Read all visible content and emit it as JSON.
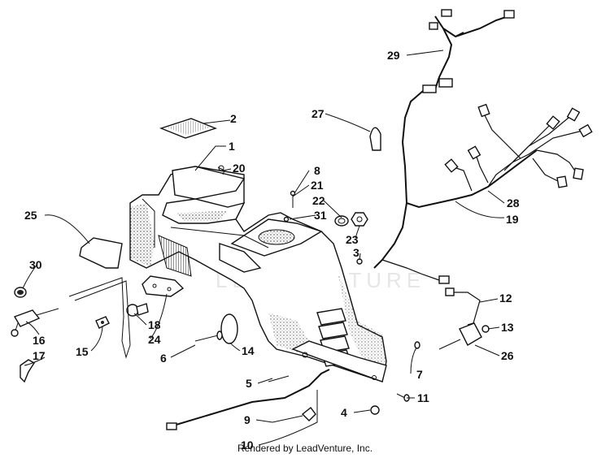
{
  "diagram": {
    "callouts": [
      {
        "id": "c1",
        "label": "1"
      },
      {
        "id": "c2",
        "label": "2"
      },
      {
        "id": "c3",
        "label": "3"
      },
      {
        "id": "c4",
        "label": "4"
      },
      {
        "id": "c5",
        "label": "5"
      },
      {
        "id": "c6",
        "label": "6"
      },
      {
        "id": "c7",
        "label": "7"
      },
      {
        "id": "c8",
        "label": "8"
      },
      {
        "id": "c9",
        "label": "9"
      },
      {
        "id": "c10",
        "label": "10"
      },
      {
        "id": "c11",
        "label": "11"
      },
      {
        "id": "c12",
        "label": "12"
      },
      {
        "id": "c13",
        "label": "13"
      },
      {
        "id": "c14",
        "label": "14"
      },
      {
        "id": "c15",
        "label": "15"
      },
      {
        "id": "c16",
        "label": "16"
      },
      {
        "id": "c17",
        "label": "17"
      },
      {
        "id": "c18",
        "label": "18"
      },
      {
        "id": "c19",
        "label": "19"
      },
      {
        "id": "c20",
        "label": "20"
      },
      {
        "id": "c21",
        "label": "21"
      },
      {
        "id": "c22",
        "label": "22"
      },
      {
        "id": "c23",
        "label": "23"
      },
      {
        "id": "c24",
        "label": "24"
      },
      {
        "id": "c25",
        "label": "25"
      },
      {
        "id": "c26",
        "label": "26"
      },
      {
        "id": "c27",
        "label": "27"
      },
      {
        "id": "c28",
        "label": "28"
      },
      {
        "id": "c29",
        "label": "29"
      },
      {
        "id": "c30",
        "label": "30"
      },
      {
        "id": "c31",
        "label": "31"
      }
    ],
    "footer": "Rendered by LeadVenture, Inc.",
    "watermark": "LEADVENTURE"
  }
}
